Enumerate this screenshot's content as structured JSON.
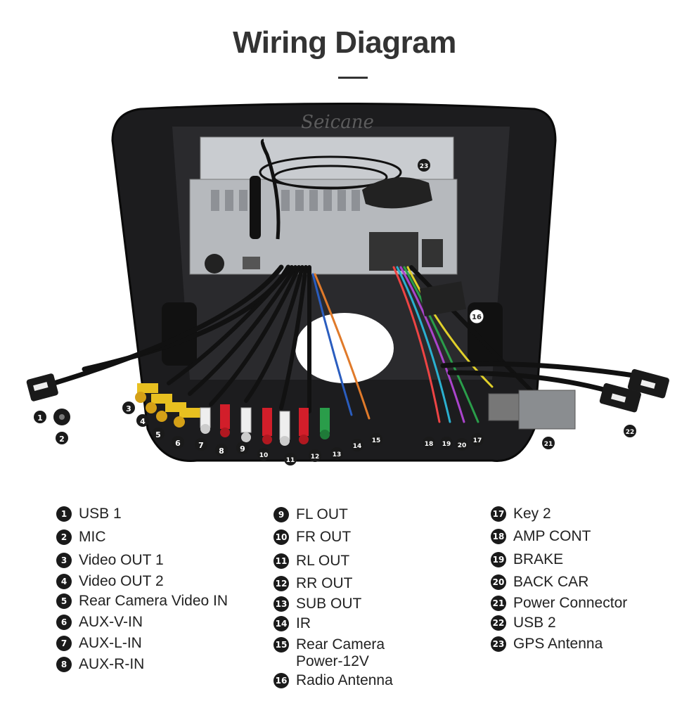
{
  "title": "Wiring Diagram",
  "watermark": "Seicane",
  "legend": [
    {
      "num": "1",
      "label": "USB 1"
    },
    {
      "num": "2",
      "label": "MIC"
    },
    {
      "num": "3",
      "label": "Video OUT 1"
    },
    {
      "num": "4",
      "label": "Video OUT 2"
    },
    {
      "num": "5",
      "label": "Rear Camera Video IN"
    },
    {
      "num": "6",
      "label": "AUX-V-IN"
    },
    {
      "num": "7",
      "label": "AUX-L-IN"
    },
    {
      "num": "8",
      "label": "AUX-R-IN"
    },
    {
      "num": "9",
      "label": "FL OUT"
    },
    {
      "num": "10",
      "label": "FR OUT"
    },
    {
      "num": "11",
      "label": "RL OUT"
    },
    {
      "num": "12",
      "label": "RR OUT"
    },
    {
      "num": "13",
      "label": "SUB OUT"
    },
    {
      "num": "14",
      "label": "IR"
    },
    {
      "num": "15",
      "label": "Rear Camera\nPower-12V"
    },
    {
      "num": "16",
      "label": "Radio Antenna"
    },
    {
      "num": "17",
      "label": "Key 2"
    },
    {
      "num": "18",
      "label": "AMP CONT"
    },
    {
      "num": "19",
      "label": "BRAKE"
    },
    {
      "num": "20",
      "label": "BACK CAR"
    },
    {
      "num": "21",
      "label": "Power Connector"
    },
    {
      "num": "22",
      "label": "USB 2"
    },
    {
      "num": "23",
      "label": "GPS Antenna"
    }
  ]
}
